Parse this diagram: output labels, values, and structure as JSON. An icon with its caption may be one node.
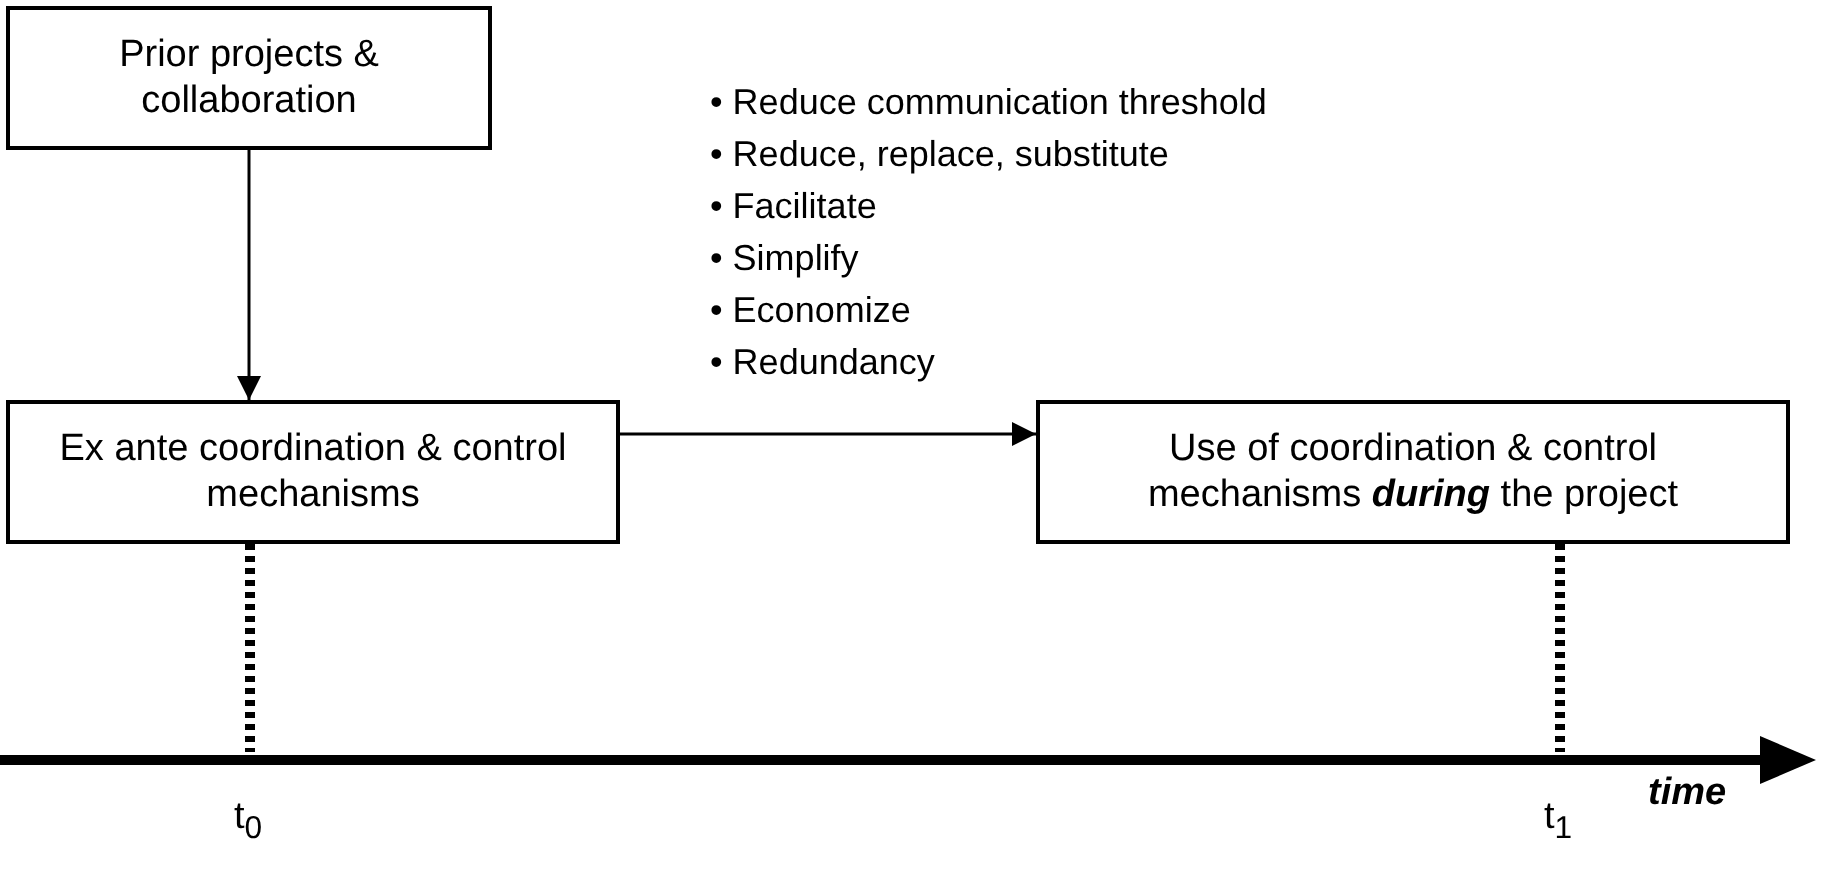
{
  "diagram": {
    "nodes": [
      {
        "text": [
          "Prior projects & collaboration"
        ]
      },
      {
        "text": [
          "Ex ante coordination & control mechanisms"
        ]
      },
      {
        "text": [
          "Use of coordination & control mechanisms **during** the project"
        ]
      }
    ],
    "edges": [
      {
        "from": 0,
        "to": 1,
        "arrow": "to"
      },
      {
        "from": 1,
        "to": 2,
        "arrow": "to"
      },
      {
        "from": 1,
        "to": null,
        "arrow": "none",
        "style": "dashed"
      },
      {
        "from": 2,
        "to": null,
        "arrow": "none",
        "style": "dashed"
      }
    ],
    "labels": [
      "• Reduce communication threshold",
      "• Reduce, replace, substitute",
      "• Facilitate",
      "• Simplify",
      "• Economize",
      "• Redundancy",
      "t$_{0}$",
      "t$_{1}$",
      "time"
    ]
  }
}
